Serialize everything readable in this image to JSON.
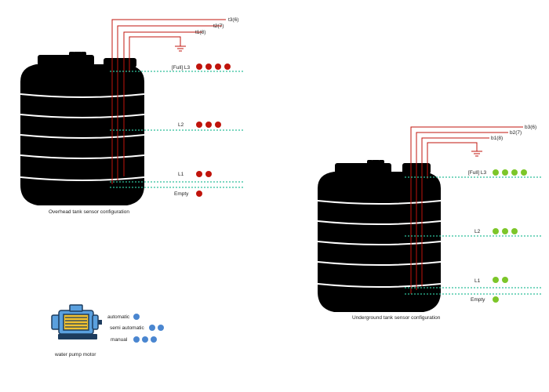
{
  "overhead": {
    "caption": "Overhead  tank sensor configuration",
    "wires": [
      "t3(6)",
      "t2(7)",
      "t1(8)"
    ],
    "levels": [
      {
        "label": "[Full] L3",
        "dots": 4
      },
      {
        "label": "L2",
        "dots": 3
      },
      {
        "label": "L1",
        "dots": 2
      },
      {
        "label": "Empty",
        "dots": 1
      }
    ],
    "dot_color": "#c0140c"
  },
  "underground": {
    "caption": "Underground tank sensor configuration",
    "wires": [
      "b3(6)",
      "b2(7)",
      "b1(8)"
    ],
    "levels": [
      {
        "label": "[Full] L3",
        "dots": 4
      },
      {
        "label": "L2",
        "dots": 3
      },
      {
        "label": "L1",
        "dots": 2
      },
      {
        "label": "Empty",
        "dots": 1
      }
    ],
    "dot_color": "#7cc629"
  },
  "motor": {
    "caption": "water pump motor",
    "modes": [
      {
        "label": "automatic",
        "dots": 1
      },
      {
        "label": "semi automatic",
        "dots": 2
      },
      {
        "label": "manual",
        "dots": 3
      }
    ],
    "dot_color": "#4a86d0"
  },
  "colors": {
    "wire": "#c0140c",
    "sensor_line": "#2fbf9a",
    "tank": "#000000",
    "ground": "#c0140c"
  }
}
